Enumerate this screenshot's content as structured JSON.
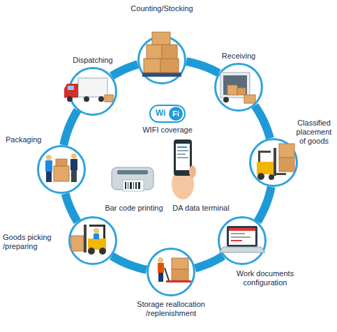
{
  "diagram": {
    "nodes": [
      {
        "text": [
          "Counting/Stocking"
        ]
      },
      {
        "text": [
          "Receiving"
        ]
      },
      {
        "text": [
          "Classified placement of goods"
        ]
      },
      {
        "text": [
          "Work documents configuration"
        ]
      },
      {
        "text": [
          "Storage reallocation /replenishment"
        ]
      },
      {
        "text": [
          "Goods picking /preparing"
        ]
      },
      {
        "text": [
          "Packaging"
        ]
      },
      {
        "text": [
          "Dispatching"
        ]
      },
      {
        "text": [
          "Wi",
          "Fi"
        ]
      }
    ],
    "edges": [
      {
        "from": 0,
        "to": 1,
        "arrow": "none"
      },
      {
        "from": 1,
        "to": 2,
        "arrow": "none"
      },
      {
        "from": 2,
        "to": 3,
        "arrow": "none"
      },
      {
        "from": 3,
        "to": 4,
        "arrow": "none"
      },
      {
        "from": 4,
        "to": 5,
        "arrow": "none"
      },
      {
        "from": 5,
        "to": 6,
        "arrow": "none"
      },
      {
        "from": 6,
        "to": 7,
        "arrow": "none"
      },
      {
        "from": 7,
        "to": 0,
        "arrow": "none"
      }
    ],
    "labels": [
      "WIFI coverage",
      "Bar code printing",
      "DA data terminal"
    ]
  }
}
